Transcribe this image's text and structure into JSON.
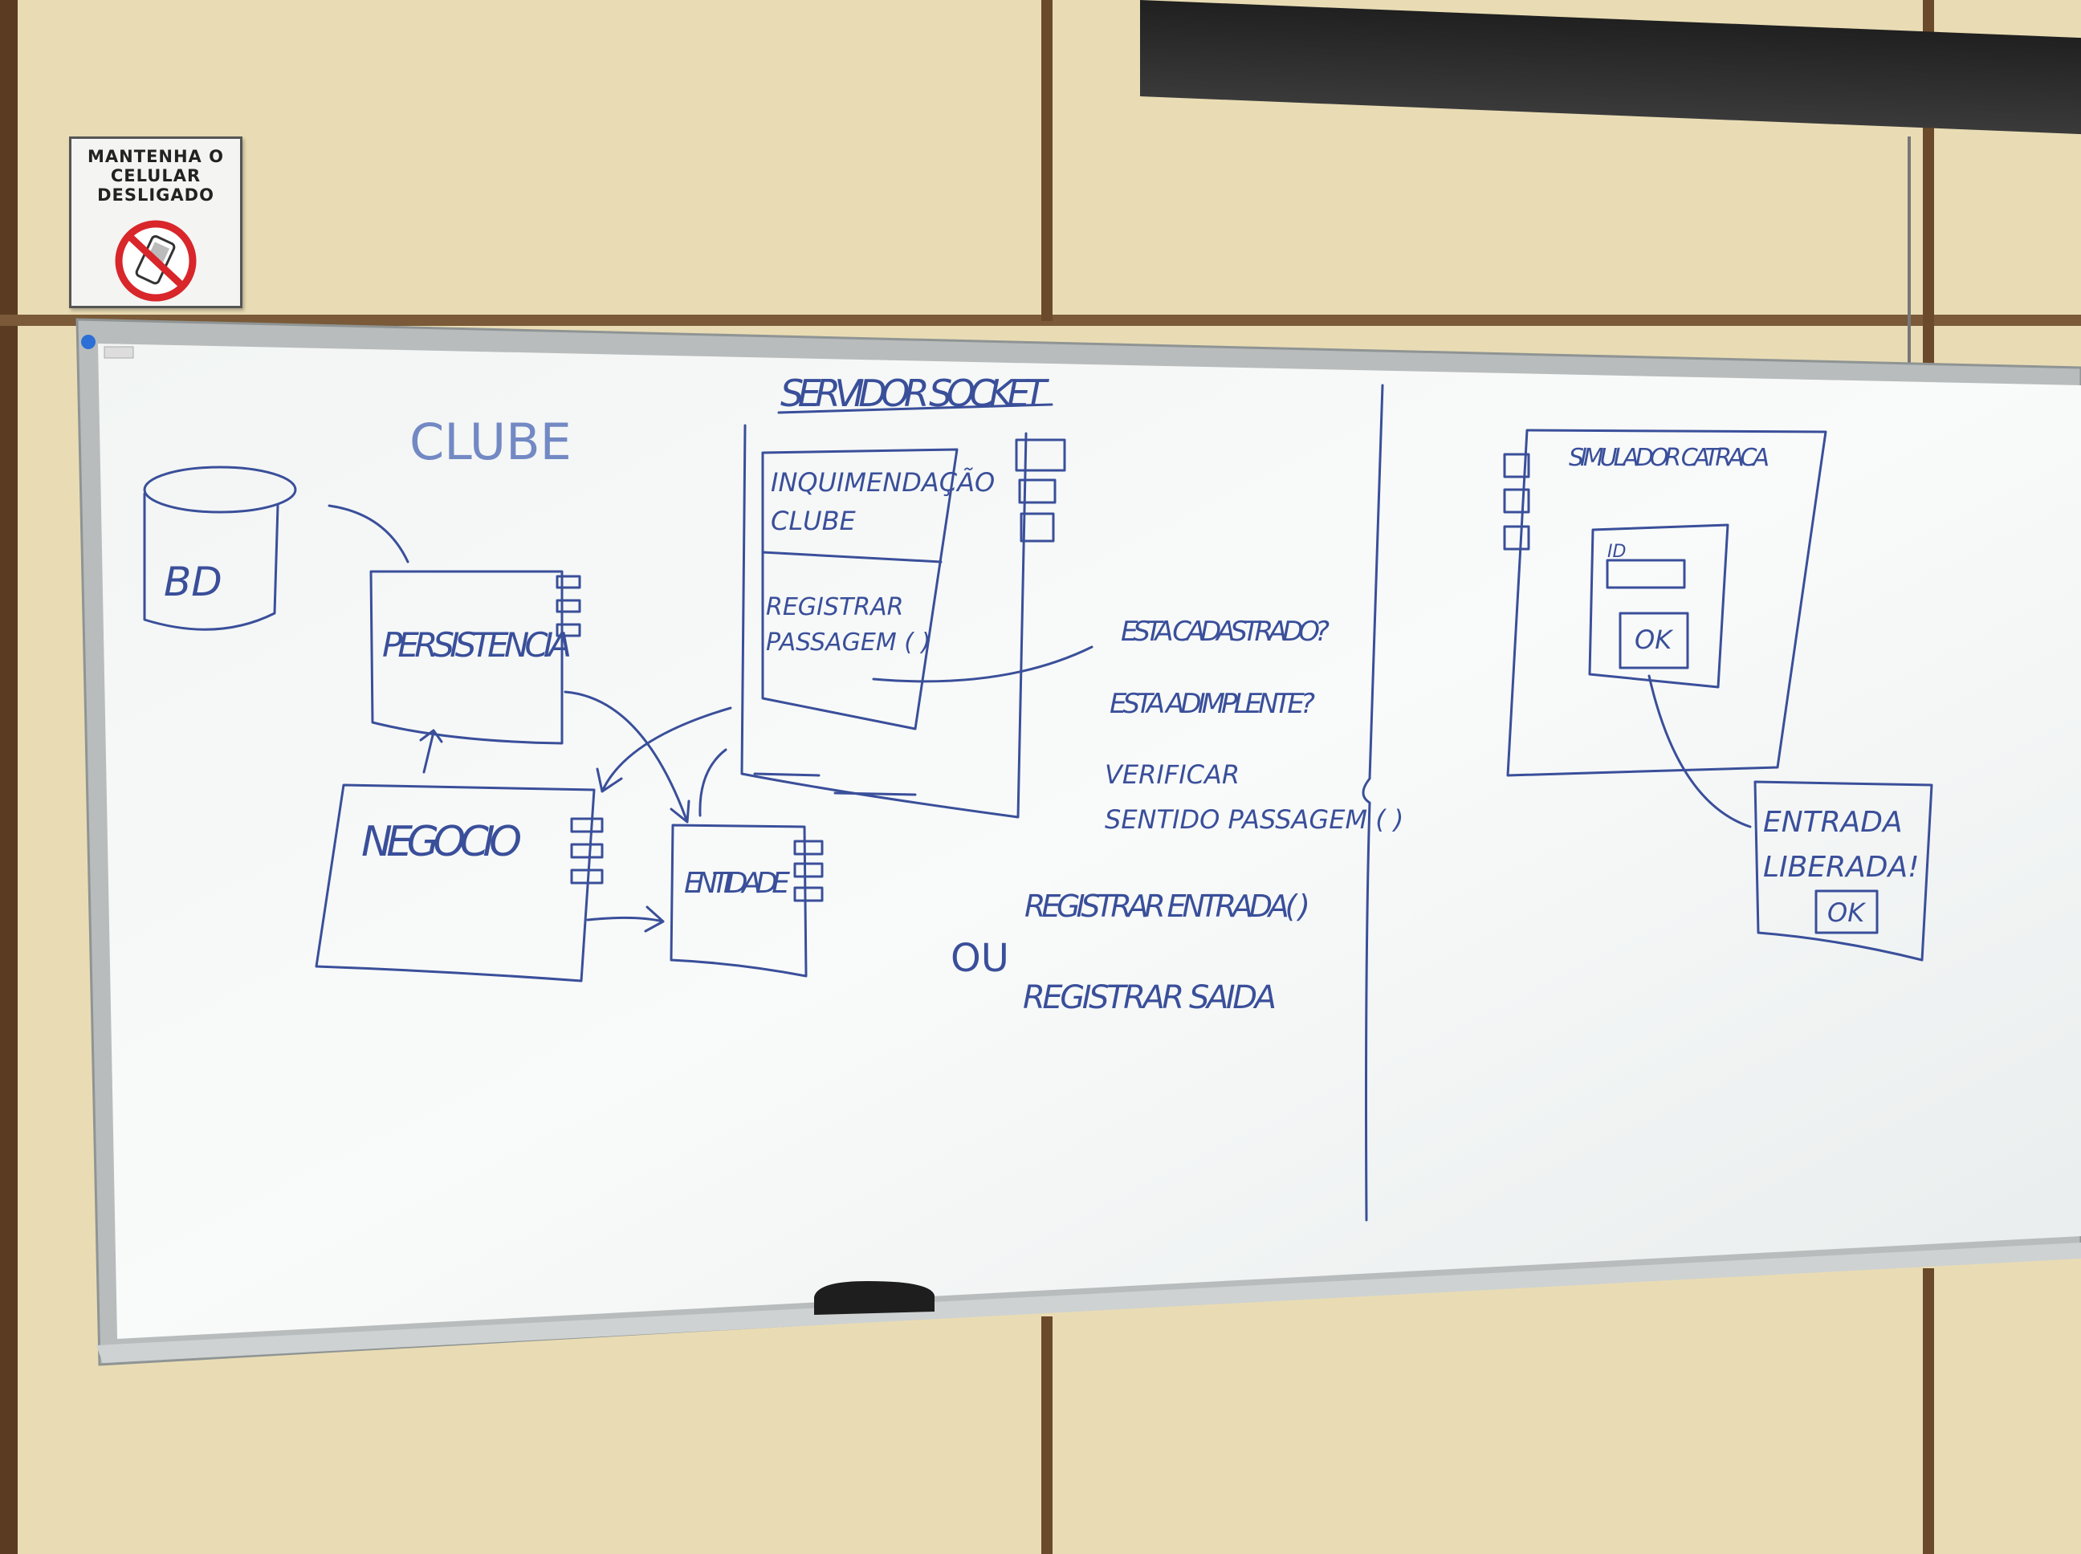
{
  "sign": {
    "text": "MANTENHA O\nCELULAR\nDESLIGADO",
    "icon": "no-cellphone-icon",
    "colors": {
      "prohibition": "#d8262a",
      "border": "#555555"
    }
  },
  "colors": {
    "wall": "#e9dcb4",
    "wall_seam": "#6a4a2a",
    "board": "#f7f9f8",
    "frame": "#b9bcbc",
    "ink": "#3a4f9a"
  },
  "whiteboard": {
    "left_section": {
      "title": "CLUBE",
      "database": "BD",
      "components": {
        "persistencia": "PERSISTENCIA",
        "negocio": "NEGOCIO",
        "entidade": "ENTIDADE"
      }
    },
    "server": {
      "title": "SERVIDOR SOCKET",
      "interface_name": "INQUIMENDAÇÃO CLUBE",
      "operation": "REGISTRAR PASSAGEM ( )"
    },
    "steps": [
      "ESTA CADASTRADO?",
      "ESTA ADIMPLENTE?",
      "VERIFICAR SENTIDO PASSAGEM ( )",
      "REGISTRAR ENTRADA( )"
    ],
    "alternative_word": "OU",
    "alternative_step": "REGISTRAR SAIDA",
    "simulator": {
      "title": "SIMULADOR CATRACA",
      "field_label": "ID",
      "button_label": "OK"
    },
    "popup": {
      "message": "ENTRADA LIBERADA!",
      "button_label": "OK"
    }
  }
}
